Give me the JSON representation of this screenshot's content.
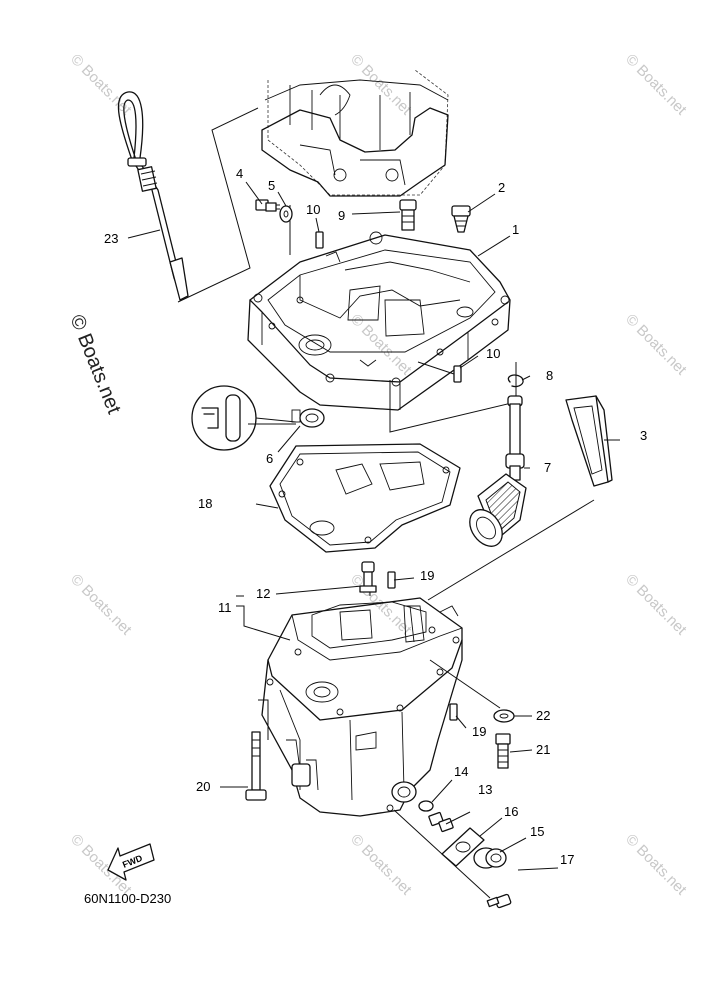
{
  "diagram": {
    "drawing_code": "60N1100-D230",
    "fwd_label": "FWD",
    "watermark_text": "© Boats.net",
    "callouts": [
      {
        "id": "c1",
        "label": "1"
      },
      {
        "id": "c2",
        "label": "2"
      },
      {
        "id": "c3",
        "label": "3"
      },
      {
        "id": "c4",
        "label": "4"
      },
      {
        "id": "c5",
        "label": "5"
      },
      {
        "id": "c6",
        "label": "6"
      },
      {
        "id": "c7",
        "label": "7"
      },
      {
        "id": "c8",
        "label": "8"
      },
      {
        "id": "c9",
        "label": "9"
      },
      {
        "id": "c10a",
        "label": "10"
      },
      {
        "id": "c10b",
        "label": "10"
      },
      {
        "id": "c11",
        "label": "11"
      },
      {
        "id": "c12",
        "label": "12"
      },
      {
        "id": "c13",
        "label": "13"
      },
      {
        "id": "c14",
        "label": "14"
      },
      {
        "id": "c15",
        "label": "15"
      },
      {
        "id": "c16",
        "label": "16"
      },
      {
        "id": "c17",
        "label": "17"
      },
      {
        "id": "c18",
        "label": "18"
      },
      {
        "id": "c19a",
        "label": "19"
      },
      {
        "id": "c19b",
        "label": "19"
      },
      {
        "id": "c20",
        "label": "20"
      },
      {
        "id": "c21",
        "label": "21"
      },
      {
        "id": "c22",
        "label": "22"
      },
      {
        "id": "c23",
        "label": "23"
      }
    ]
  }
}
